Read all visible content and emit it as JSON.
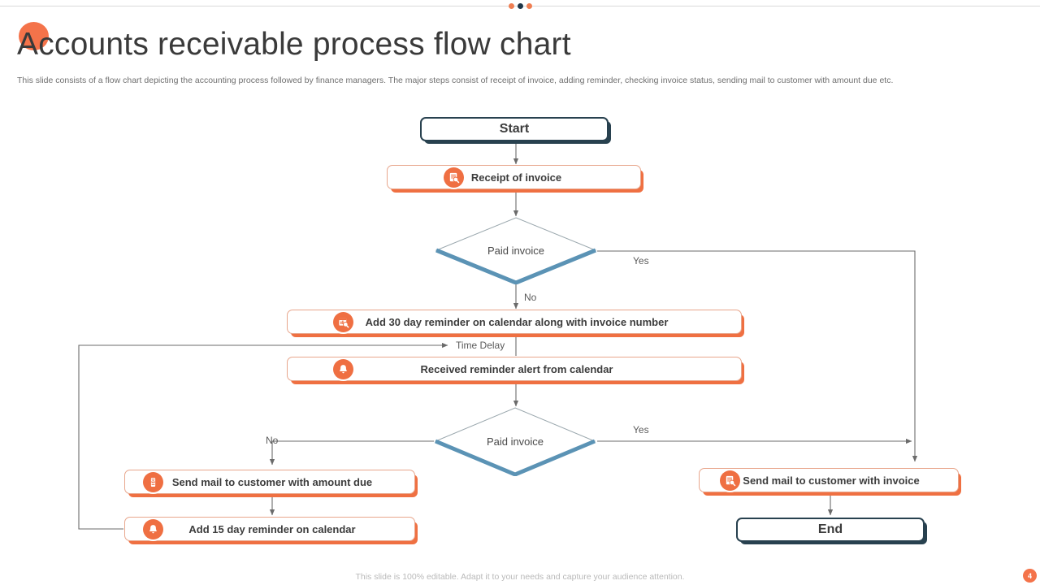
{
  "slide": {
    "title": "Accounts receivable process flow chart",
    "subtitle": "This slide consists of a flow chart depicting the accounting process followed by finance managers. The major steps consist of receipt of invoice, adding reminder,  checking invoice status, sending mail  to customer with amount due etc.",
    "footer_note": "This slide is 100% editable. Adapt it to your needs and capture your audience attention.",
    "page_number": "4",
    "colors": {
      "accent_orange": "#ef7042",
      "accent_orange_light": "#f4734a",
      "dark_navy": "#28414f",
      "decision_blue": "#5b93b5",
      "text_gray": "#3c3c3c",
      "subtitle_gray": "#6f6f6f",
      "footer_gray": "#b9b9b9",
      "line_gray": "#6b6b6b"
    },
    "top_dots": [
      "orange",
      "navy",
      "orange"
    ]
  },
  "chart_data": {
    "type": "diagram",
    "diagram_kind": "flowchart",
    "title": "Accounts receivable process flow chart",
    "nodes": [
      {
        "id": "start",
        "shape": "terminator",
        "label": "Start",
        "icon": null
      },
      {
        "id": "receipt",
        "shape": "process",
        "label": "Receipt of invoice",
        "icon": "invoice-document-icon"
      },
      {
        "id": "paid1",
        "shape": "decision",
        "label": "Paid invoice",
        "icon": null
      },
      {
        "id": "add30",
        "shape": "process",
        "label": "Add  30 day reminder on calendar along with invoice number",
        "icon": "calendar-chart-icon"
      },
      {
        "id": "received",
        "shape": "process",
        "label": "Received reminder alert from calendar",
        "icon": "bell-icon"
      },
      {
        "id": "paid2",
        "shape": "decision",
        "label": "Paid invoice",
        "icon": null
      },
      {
        "id": "mail_due",
        "shape": "process",
        "label": "Send mail to customer  with amount due",
        "icon": "mobile-mail-icon"
      },
      {
        "id": "add15",
        "shape": "process",
        "label": "Add  15 day reminder on calendar",
        "icon": "bell-icon"
      },
      {
        "id": "mail_invoice",
        "shape": "process",
        "label": "Send mail to customer  with invoice",
        "icon": "invoice-document-icon"
      },
      {
        "id": "end",
        "shape": "terminator",
        "label": "End",
        "icon": null
      }
    ],
    "edges": [
      {
        "from": "start",
        "to": "receipt",
        "label": ""
      },
      {
        "from": "receipt",
        "to": "paid1",
        "label": ""
      },
      {
        "from": "paid1",
        "to": "add30",
        "label": "No"
      },
      {
        "from": "paid1",
        "to": "mail_invoice",
        "label": "Yes"
      },
      {
        "from": "add30",
        "to": "received",
        "label": ""
      },
      {
        "from": "received",
        "to": "paid2",
        "label": ""
      },
      {
        "from": "paid2",
        "to": "mail_due",
        "label": "No"
      },
      {
        "from": "paid2",
        "to": "mail_invoice",
        "label": "Yes"
      },
      {
        "from": "mail_due",
        "to": "add15",
        "label": ""
      },
      {
        "from": "add15",
        "to": "received",
        "label": "Time Delay"
      },
      {
        "from": "mail_invoice",
        "to": "end",
        "label": ""
      }
    ],
    "edge_labels": {
      "paid1_yes": "Yes",
      "paid1_no": "No",
      "paid2_yes": "Yes",
      "paid2_no": "No",
      "time_delay": "Time Delay"
    }
  }
}
